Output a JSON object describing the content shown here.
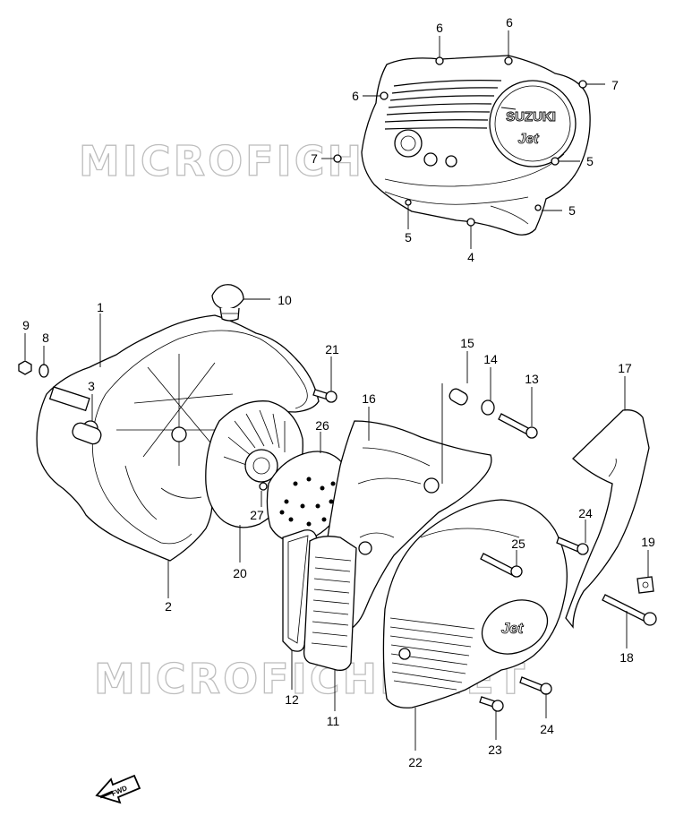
{
  "watermark": "MICROFICHE.NET",
  "fwd_label": "FWD",
  "emblems": {
    "brand": "SUZUKI",
    "model": "Jet"
  },
  "callouts": [
    {
      "id": "c6a",
      "text": "6"
    },
    {
      "id": "c6b",
      "text": "6"
    },
    {
      "id": "c6c",
      "text": "6"
    },
    {
      "id": "c7a",
      "text": "7"
    },
    {
      "id": "c7b",
      "text": "7"
    },
    {
      "id": "c5a",
      "text": "5"
    },
    {
      "id": "c5b",
      "text": "5"
    },
    {
      "id": "c5c",
      "text": "5"
    },
    {
      "id": "c4",
      "text": "4"
    },
    {
      "id": "c1",
      "text": "1"
    },
    {
      "id": "c10",
      "text": "10"
    },
    {
      "id": "c9",
      "text": "9"
    },
    {
      "id": "c8",
      "text": "8"
    },
    {
      "id": "c3",
      "text": "3"
    },
    {
      "id": "c21",
      "text": "21"
    },
    {
      "id": "c16",
      "text": "16"
    },
    {
      "id": "c15",
      "text": "15"
    },
    {
      "id": "c14",
      "text": "14"
    },
    {
      "id": "c13",
      "text": "13"
    },
    {
      "id": "c17",
      "text": "17"
    },
    {
      "id": "c26",
      "text": "26"
    },
    {
      "id": "c27",
      "text": "27"
    },
    {
      "id": "c20",
      "text": "20"
    },
    {
      "id": "c2",
      "text": "2"
    },
    {
      "id": "c24a",
      "text": "24"
    },
    {
      "id": "c25",
      "text": "25"
    },
    {
      "id": "c19",
      "text": "19"
    },
    {
      "id": "c18",
      "text": "18"
    },
    {
      "id": "c12",
      "text": "12"
    },
    {
      "id": "c11",
      "text": "11"
    },
    {
      "id": "c22",
      "text": "22"
    },
    {
      "id": "c23",
      "text": "23"
    },
    {
      "id": "c24b",
      "text": "24"
    }
  ]
}
